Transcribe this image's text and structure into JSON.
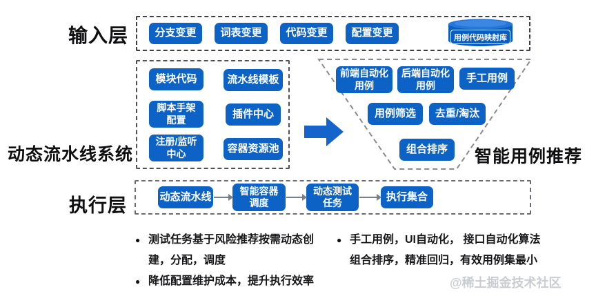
{
  "colors": {
    "node_blue": "#0d63c5",
    "arrow_blue": "#1464cb",
    "dash_dark": "#3f3f4a",
    "dash_mid": "#4f4f59",
    "dash_funnel": "#8a8a8a",
    "dash_exec": "#6b6b75",
    "connector_gray": "#7a8089",
    "watermark_gray": "#c9cdd1"
  },
  "layers": {
    "input": {
      "label": "输入层",
      "nodes": [
        "分支变更",
        "词表变更",
        "代码变更",
        "配置变更"
      ],
      "database": "用例代码映射库"
    },
    "pipeline": {
      "label": "动态流水线系统",
      "nodes": [
        "模块代码",
        "流水线模板",
        "脚本手架\n配置",
        "插件中心",
        "注册/监听\n中心",
        "容器资源池"
      ]
    },
    "recommendation": {
      "label": "智能用例推荐",
      "nodes": [
        "前端自动化\n用例",
        "后端自动化\n用例",
        "手工用例",
        "用例筛选",
        "去重/淘汰",
        "组合排序"
      ]
    },
    "execution": {
      "label": "执行层",
      "nodes": [
        "动态流水线",
        "智能容器\n调度",
        "动态测试\n任务",
        "执行集合"
      ]
    }
  },
  "notes": {
    "left": [
      "测试任务基于风险推荐按需动态创建，分配，调度",
      "降低配置维护成本，提升执行效率"
    ],
    "right": [
      "手工用例，UI自动化， 接口自动化算法组合排序，精准回归，有效用例集最小"
    ]
  },
  "watermark": "@稀土掘金技术社区"
}
